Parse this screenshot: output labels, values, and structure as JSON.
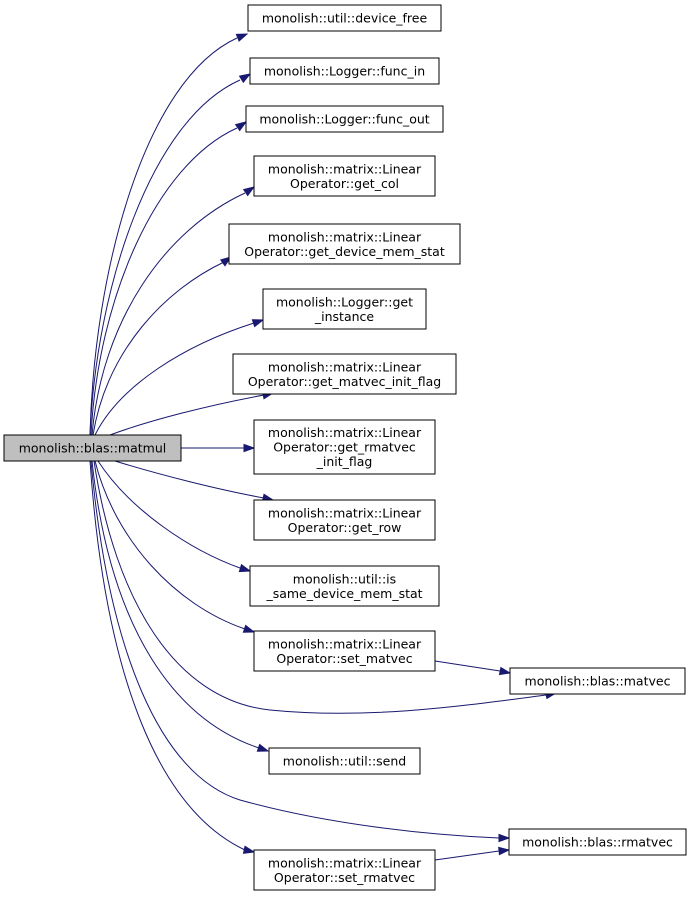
{
  "diagram": {
    "root": {
      "label_lines": [
        "monolish::blas::matmul"
      ],
      "fill_color": "#bfbfbf"
    },
    "callees": [
      {
        "label_lines": [
          "monolish::util::device_free"
        ]
      },
      {
        "label_lines": [
          "monolish::Logger::func_in"
        ]
      },
      {
        "label_lines": [
          "monolish::Logger::func_out"
        ]
      },
      {
        "label_lines": [
          "monolish::matrix::Linear",
          "Operator::get_col"
        ]
      },
      {
        "label_lines": [
          "monolish::matrix::Linear",
          "Operator::get_device_mem_stat"
        ]
      },
      {
        "label_lines": [
          "monolish::Logger::get",
          "_instance"
        ]
      },
      {
        "label_lines": [
          "monolish::matrix::Linear",
          "Operator::get_matvec_init_flag"
        ]
      },
      {
        "label_lines": [
          "monolish::matrix::Linear",
          "Operator::get_rmatvec",
          "_init_flag"
        ]
      },
      {
        "label_lines": [
          "monolish::matrix::Linear",
          "Operator::get_row"
        ]
      },
      {
        "label_lines": [
          "monolish::util::is",
          "_same_device_mem_stat"
        ]
      },
      {
        "label_lines": [
          "monolish::matrix::Linear",
          "Operator::set_matvec"
        ]
      },
      {
        "label_lines": [
          "monolish::util::send"
        ]
      },
      {
        "label_lines": [
          "monolish::matrix::Linear",
          "Operator::set_rmatvec"
        ]
      },
      {
        "label_lines": [
          "monolish::blas::matvec"
        ]
      },
      {
        "label_lines": [
          "monolish::blas::rmatvec"
        ]
      }
    ],
    "edge_color": "#191970",
    "node_fill_color": "#ffffff",
    "node_border_color": "#000000"
  }
}
